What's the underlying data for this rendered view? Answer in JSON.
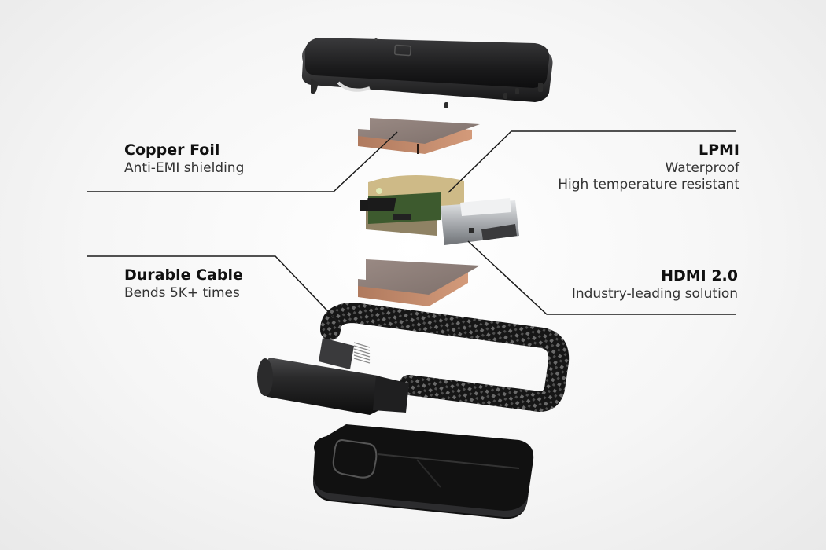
{
  "diagram": {
    "type": "exploded-view",
    "subject": "HDMI adapter components",
    "components": [
      "top-housing",
      "copper-foil-top",
      "pcb-with-hdmi-port",
      "copper-foil-bottom",
      "braided-cable",
      "bottom-housing"
    ]
  },
  "callouts": {
    "copper_foil": {
      "title": "Copper Foil",
      "subtitle": "Anti-EMI shielding"
    },
    "lpmi": {
      "title": "LPMI",
      "line1": "Waterproof",
      "line2": "High temperature resistant"
    },
    "durable_cable": {
      "title": "Durable Cable",
      "subtitle": "Bends 5K+ times"
    },
    "hdmi": {
      "title": "HDMI 2.0",
      "subtitle": "Industry-leading solution"
    }
  },
  "colors": {
    "background": "#f4f4f4",
    "housing": "#1c1c1e",
    "copper": "#b87a5c",
    "copper_top": "#8a7b76",
    "pcb_green": "#3d5a2e",
    "lpmi_amber": "#c9b27a",
    "hdmi_metal": "#bfc2c6",
    "leader_line": "#1a1a1a"
  }
}
